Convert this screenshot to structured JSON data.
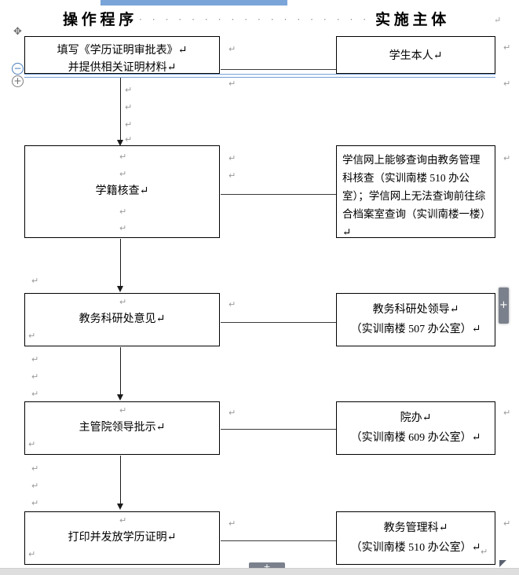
{
  "document": {
    "type": "word-document-flowchart",
    "pilcrow_glyph": "↵",
    "header": {
      "left_title": "操 作 程 序",
      "dot_leader": "· · · · · · · · · · · · · · · · · · · · · · · · · · · · · · · ·",
      "right_title": "实 施 主 体",
      "end_mark": "↵"
    },
    "accent_color": "#7ba4d9",
    "line_color": "#1a1a1a",
    "control_color": "#7b818c"
  },
  "flow": {
    "steps": [
      {
        "id": "apply",
        "procedure": "填写《学历证明审批表》\n并提供相关证明材料",
        "procedure_line1": "填写《学历证明审批表》↵",
        "procedure_line2": "并提供相关证明材料↵",
        "actor": "学生本人↵"
      },
      {
        "id": "check",
        "procedure": "学籍核查↵",
        "actor": "学信网上能够查询由教务管理科核查（实训南楼 510 办公室）；学信网上无法查询前往综合档案室查询（实训南楼一楼）↵"
      },
      {
        "id": "opinion",
        "procedure": "教务科研处意见↵",
        "actor_line1": "教务科研处领导↵",
        "actor_line2": "（实训南楼 507 办公室）↵"
      },
      {
        "id": "leader",
        "procedure": "主管院领导批示↵",
        "actor_line1": "院办↵",
        "actor_line2": "（实训南楼 609 办公室）↵"
      },
      {
        "id": "print",
        "procedure": "打印并发放学历证明↵",
        "actor_line1": "教务管理科↵",
        "actor_line2": "（实训南楼 510 办公室）↵"
      }
    ]
  },
  "controls": {
    "move_handle": "✥",
    "collapse": "−",
    "expand": "+",
    "insert_column": "+",
    "insert_row": "+"
  }
}
